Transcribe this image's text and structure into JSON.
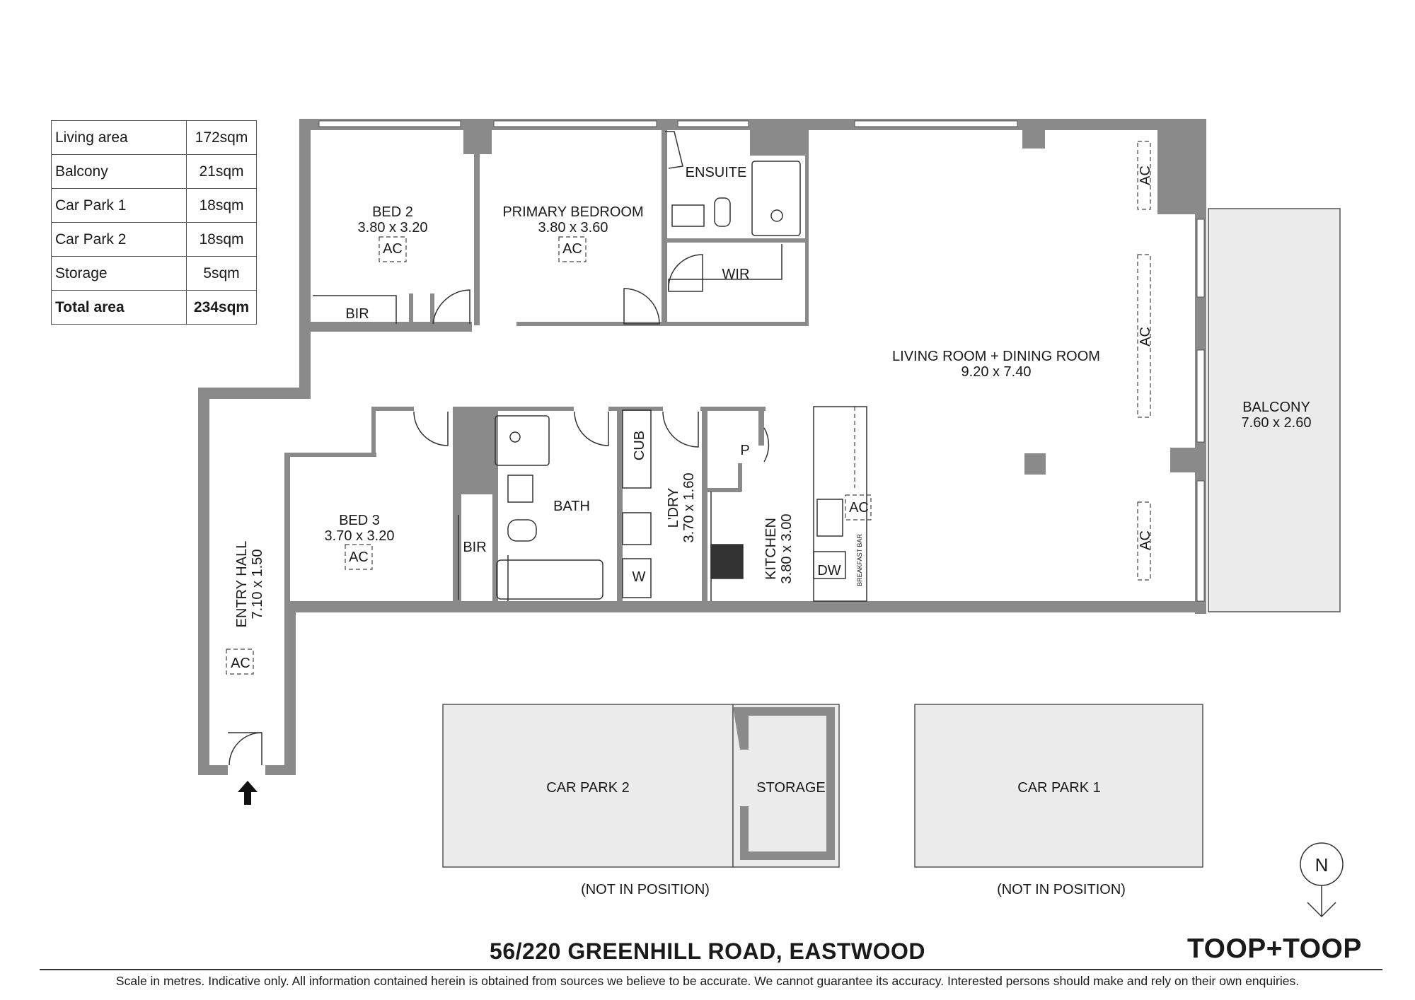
{
  "area_table": [
    {
      "label": "Living area",
      "value": "172sqm"
    },
    {
      "label": "Balcony",
      "value": "21sqm"
    },
    {
      "label": "Car Park 1",
      "value": "18sqm"
    },
    {
      "label": "Car Park 2",
      "value": "18sqm"
    },
    {
      "label": "Storage",
      "value": "5sqm"
    },
    {
      "label": "Total area",
      "value": "234sqm"
    }
  ],
  "rooms": {
    "bed2": {
      "name": "BED 2",
      "dims": "3.80 x 3.20"
    },
    "primary_bedroom": {
      "name": "PRIMARY BEDROOM",
      "dims": "3.80 x 3.60"
    },
    "ensuite": {
      "name": "ENSUITE"
    },
    "wir": {
      "name": "WIR"
    },
    "bir": {
      "name": "BIR"
    },
    "living": {
      "name": "LIVING ROOM + DINING ROOM",
      "dims": "9.20 x 7.40"
    },
    "balcony": {
      "name": "BALCONY",
      "dims": "7.60 x 2.60"
    },
    "bed3": {
      "name": "BED 3",
      "dims": "3.70 x 3.20"
    },
    "bath": {
      "name": "BATH"
    },
    "cub": {
      "name": "CUB"
    },
    "laundry": {
      "name": "L'DRY",
      "dims": "3.70 x 1.60"
    },
    "kitchen": {
      "name": "KITCHEN",
      "dims": "3.80 x 3.00"
    },
    "pantry": {
      "name": "P"
    },
    "dw": {
      "name": "DW"
    },
    "washer": {
      "name": "W"
    },
    "breakfast_bar": {
      "name": "BREAKFAST BAR"
    },
    "entry_hall": {
      "name": "ENTRY HALL",
      "dims": "7.10 x 1.50"
    },
    "car_park_2": {
      "name": "CAR PARK 2"
    },
    "storage": {
      "name": "STORAGE"
    },
    "car_park_1": {
      "name": "CAR PARK 1"
    }
  },
  "ac_label": "AC",
  "not_in_position": "(NOT IN POSITION)",
  "compass": {
    "letter": "N"
  },
  "address": "56/220 GREENHILL ROAD, EASTWOOD",
  "brand": "TOOP+TOOP",
  "disclaimer": "Scale in metres. Indicative only. All information contained herein is obtained from sources we believe to be accurate. We cannot guarantee its accuracy. Interested persons should make and rely on their own enquiries.",
  "colors": {
    "wall": "#8a8a8a",
    "carpark_fill": "#ebebeb",
    "line": "#333333"
  }
}
